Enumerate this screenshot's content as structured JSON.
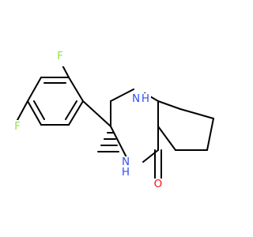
{
  "structure": {
    "atom_labels": {
      "f_top": "F",
      "f_left": "F",
      "nh_top": "N",
      "h_top": "H",
      "nh_bottom": "N",
      "h_bottom": "H",
      "o": "O"
    },
    "stereo": {
      "methyl_bond": "hashed-wedge"
    },
    "colors": {
      "bond": "#000000",
      "fluorine": "#90E050",
      "nitrogen": "#3050F8",
      "oxygen": "#FF0D0D"
    }
  }
}
